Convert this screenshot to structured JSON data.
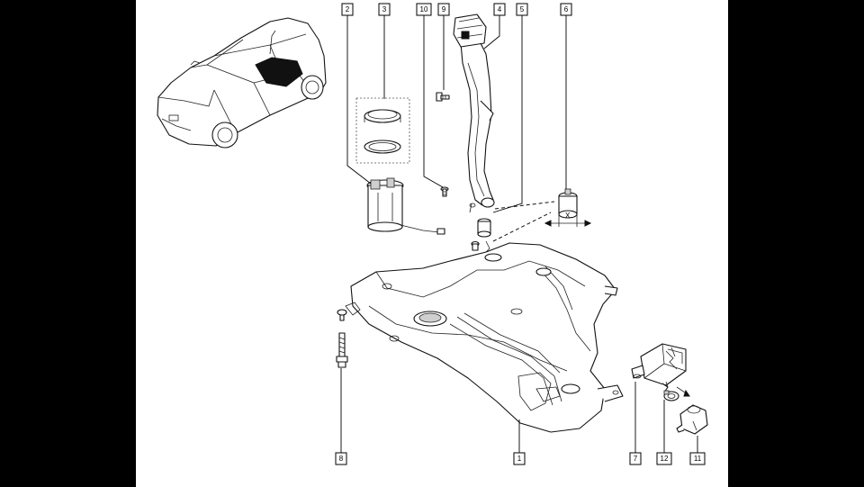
{
  "diagram": {
    "callouts": [
      {
        "id": "2",
        "label": "2"
      },
      {
        "id": "3",
        "label": "3"
      },
      {
        "id": "10",
        "label": "10"
      },
      {
        "id": "9",
        "label": "9"
      },
      {
        "id": "4",
        "label": "4"
      },
      {
        "id": "5",
        "label": "5"
      },
      {
        "id": "6",
        "label": "6"
      },
      {
        "id": "8",
        "label": "8"
      },
      {
        "id": "1",
        "label": "1"
      },
      {
        "id": "7",
        "label": "7"
      },
      {
        "id": "12",
        "label": "12"
      },
      {
        "id": "11",
        "label": "11"
      }
    ],
    "dimension_label": "X"
  }
}
